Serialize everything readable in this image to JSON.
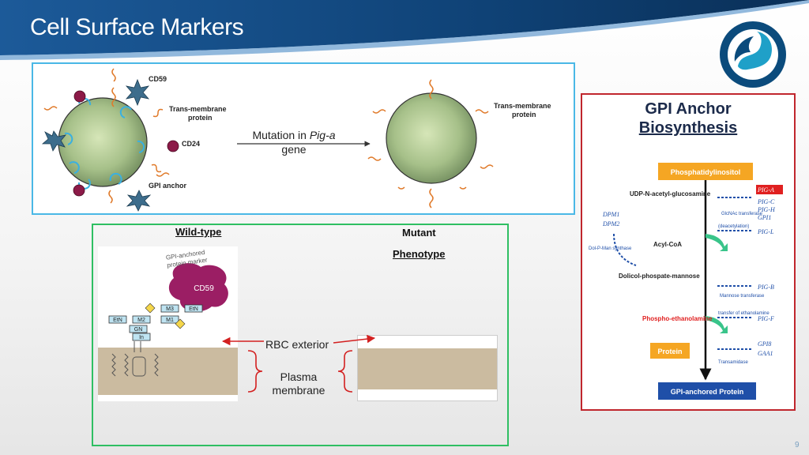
{
  "slide": {
    "title": "Cell Surface Markers",
    "page_number": "9"
  },
  "top_panel": {
    "left_cell": {
      "cd59_label": "CD59",
      "transmembrane_label_1": "Trans-membrane",
      "transmembrane_label_2": "protein",
      "cd24_label": "CD24",
      "gpi_anchor_label": "GPI anchor"
    },
    "arrow_text_1": "Mutation in ",
    "arrow_text_italic": "Pig-a",
    "arrow_text_2": "gene",
    "right_cell": {
      "transmembrane_label_1": "Trans-membrane",
      "transmembrane_label_2": "protein"
    }
  },
  "bottom_panel": {
    "wildtype_label": "Wild-type",
    "mutant_label": "Mutant",
    "phenotype_label": "Phenotype",
    "rbc_exterior_label": "RBC exterior",
    "plasma_membrane_line1": "Plasma",
    "plasma_membrane_line2": "membrane",
    "marker_caption_1": "GPI-anchored",
    "marker_caption_2": "protein marker",
    "cd59_blob_label": "CD59",
    "sugar_labels": [
      "EtN",
      "M1",
      "M2",
      "M3",
      "EtN",
      "GN",
      "In"
    ]
  },
  "gpi_panel": {
    "title_line1": "GPI Anchor",
    "title_line2": "Biosynthesis",
    "steps": [
      {
        "label": "Phosphatidylinositol"
      },
      {
        "label": "UDP-N-acetyl-glucosamine"
      },
      {
        "label": "Acyl-CoA"
      },
      {
        "label": "Dolicol-phospate-mannose"
      },
      {
        "label": "Phospho-ethanolamine"
      },
      {
        "label": "Protein"
      },
      {
        "label": "GPI-anchored Protein"
      }
    ],
    "enzymes": [
      {
        "label": "PIG-A"
      },
      {
        "label": "PIG-C"
      },
      {
        "label": "PIG-H"
      },
      {
        "label": "GPI1"
      },
      {
        "label": "PIG-L"
      },
      {
        "label": "PIG-B"
      },
      {
        "label": "PIG-F"
      },
      {
        "label": "GPI8"
      },
      {
        "label": "GAA1"
      }
    ],
    "enzyme_notes": [
      "GlcNAc transferase",
      "(deacetylation)",
      "Mannose transferase",
      "transfer of ethanolamine",
      "Transamidase"
    ],
    "side_labels": [
      "DPM1",
      "DPM2",
      "Dol-P-Man synthase"
    ]
  },
  "colors": {
    "header_dark": "#0e3d6e",
    "header_light": "#2a6eb0",
    "top_border": "#4ab8e6",
    "bottom_border": "#2fbf63",
    "right_border": "#c0262d",
    "orange_box": "#f5a623",
    "blue_box": "#1f4fa8"
  }
}
